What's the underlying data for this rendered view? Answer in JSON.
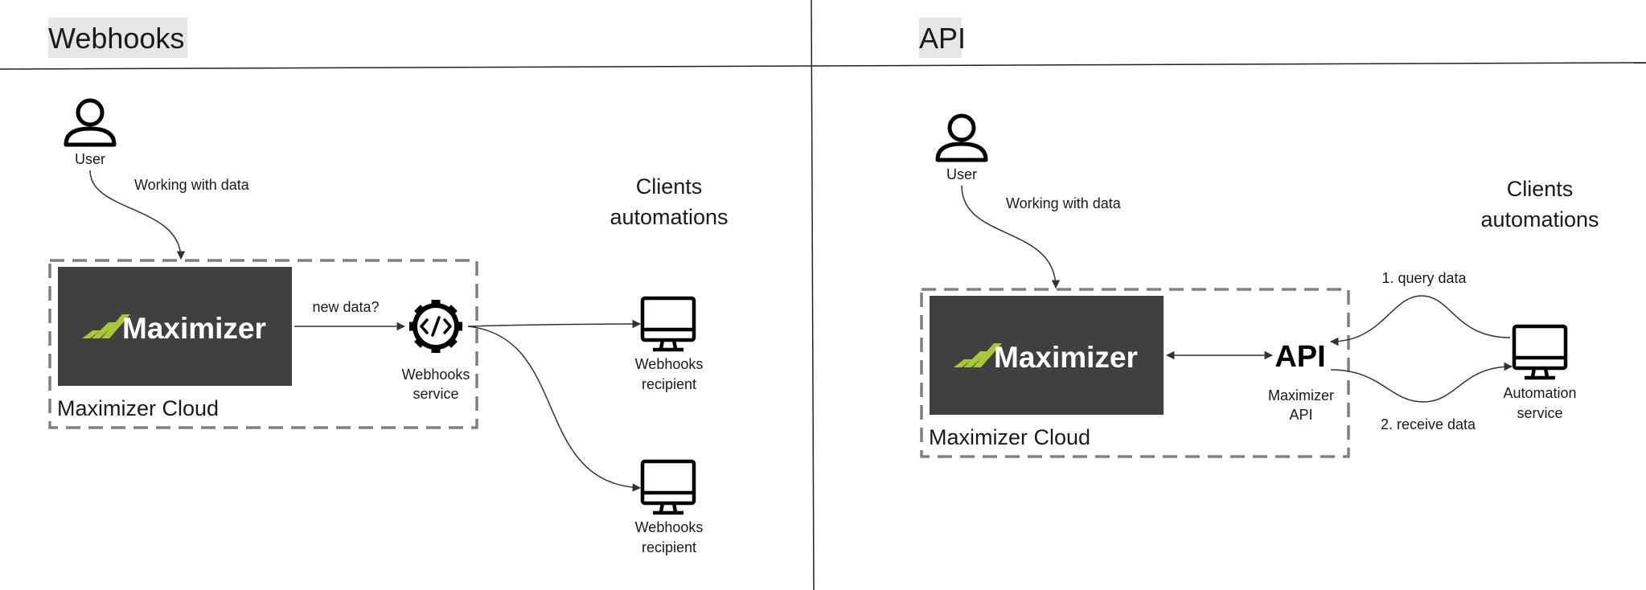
{
  "webhooks": {
    "section_title": "Webhooks",
    "user_label": "User",
    "working_label": "Working with data",
    "clients_line1": "Clients",
    "clients_line2": "automations",
    "logo_text": "Maximizer",
    "cloud_label": "Maximizer Cloud",
    "new_data_label": "new data?",
    "service_line1": "Webhooks",
    "service_line2": "service",
    "recipient1_line1": "Webhooks",
    "recipient1_line2": "recipient",
    "recipient2_line1": "Webhooks",
    "recipient2_line2": "recipient"
  },
  "api": {
    "section_title": "API",
    "user_label": "User",
    "working_label": "Working with data",
    "clients_line1": "Clients",
    "clients_line2": "automations",
    "logo_text": "Maximizer",
    "cloud_label": "Maximizer Cloud",
    "api_logo_text": "API",
    "api_line1": "Maximizer",
    "api_line2": "API",
    "query_label": "1. query data",
    "receive_label": "2. receive data",
    "automation_line1": "Automation",
    "automation_line2": "service"
  },
  "colors": {
    "logo_bg": "#404040",
    "logo_accent": "#a8c639",
    "title_highlight": "#e6e6e6",
    "dashed_border": "#808080"
  }
}
